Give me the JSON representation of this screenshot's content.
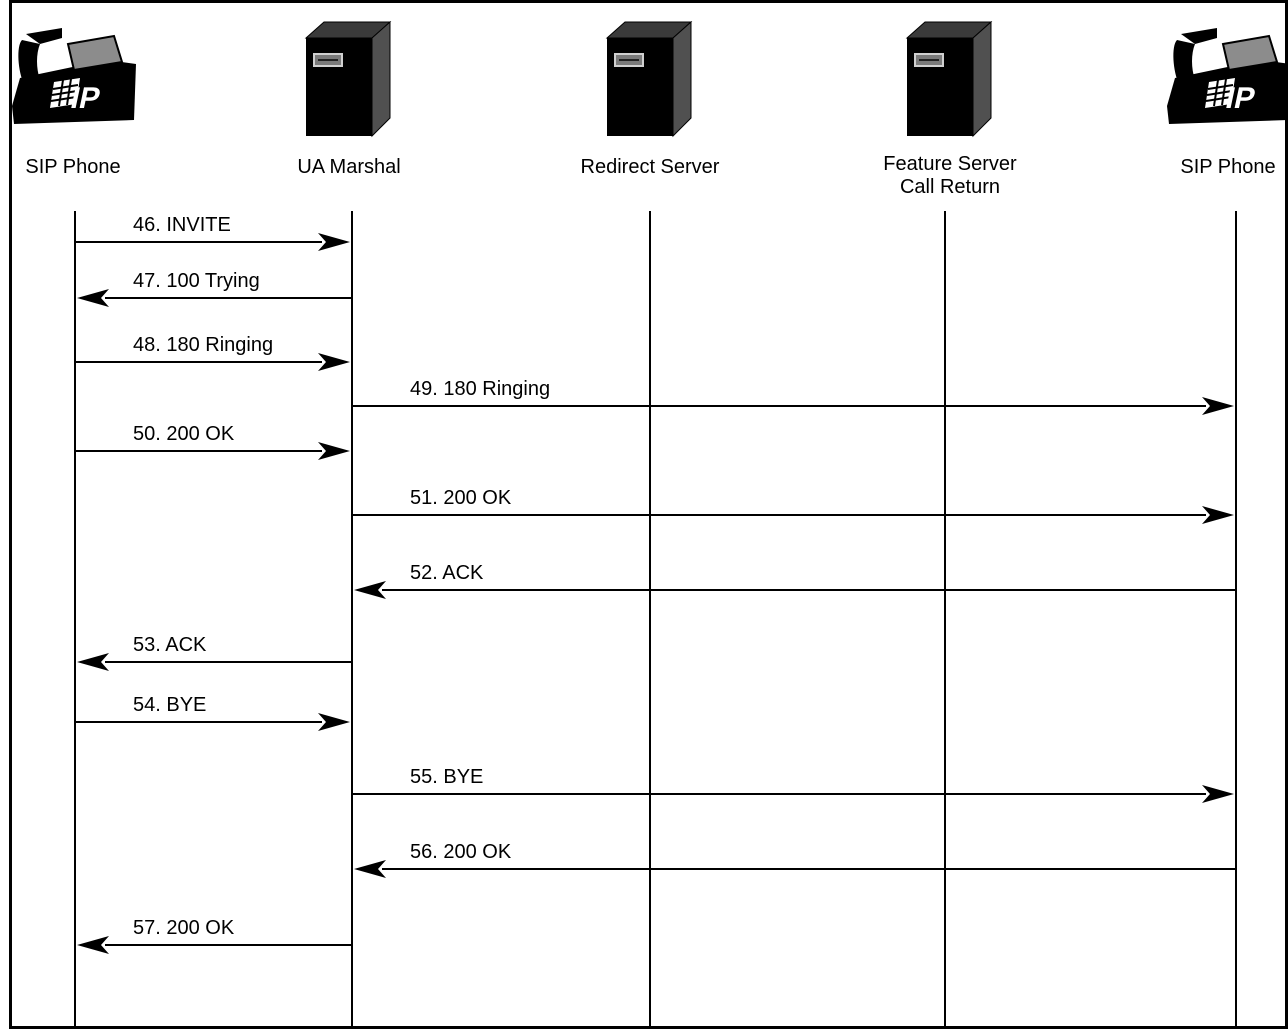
{
  "participants": [
    {
      "name": "SIP Phone",
      "icon": "ip-phone-icon"
    },
    {
      "name": "UA Marshal",
      "icon": "server-tower-icon"
    },
    {
      "name": "Redirect Server",
      "icon": "server-tower-icon"
    },
    {
      "name": "Feature Server\nCall Return",
      "icon": "server-tower-icon"
    },
    {
      "name": "SIP Phone",
      "icon": "ip-phone-icon"
    }
  ],
  "phone_badge": "IP",
  "messages": [
    {
      "label": "46. INVITE",
      "from": 0,
      "to": 1
    },
    {
      "label": "47. 100 Trying",
      "from": 1,
      "to": 0
    },
    {
      "label": "48. 180 Ringing",
      "from": 0,
      "to": 1
    },
    {
      "label": "49. 180 Ringing",
      "from": 1,
      "to": 4
    },
    {
      "label": "50. 200 OK",
      "from": 0,
      "to": 1
    },
    {
      "label": "51. 200 OK",
      "from": 1,
      "to": 4
    },
    {
      "label": "52. ACK",
      "from": 4,
      "to": 1
    },
    {
      "label": "53. ACK",
      "from": 1,
      "to": 0
    },
    {
      "label": "54. BYE",
      "from": 0,
      "to": 1
    },
    {
      "label": "55. BYE",
      "from": 1,
      "to": 4
    },
    {
      "label": "56. 200 OK",
      "from": 4,
      "to": 1
    },
    {
      "label": "57. 200 OK",
      "from": 1,
      "to": 0
    }
  ]
}
